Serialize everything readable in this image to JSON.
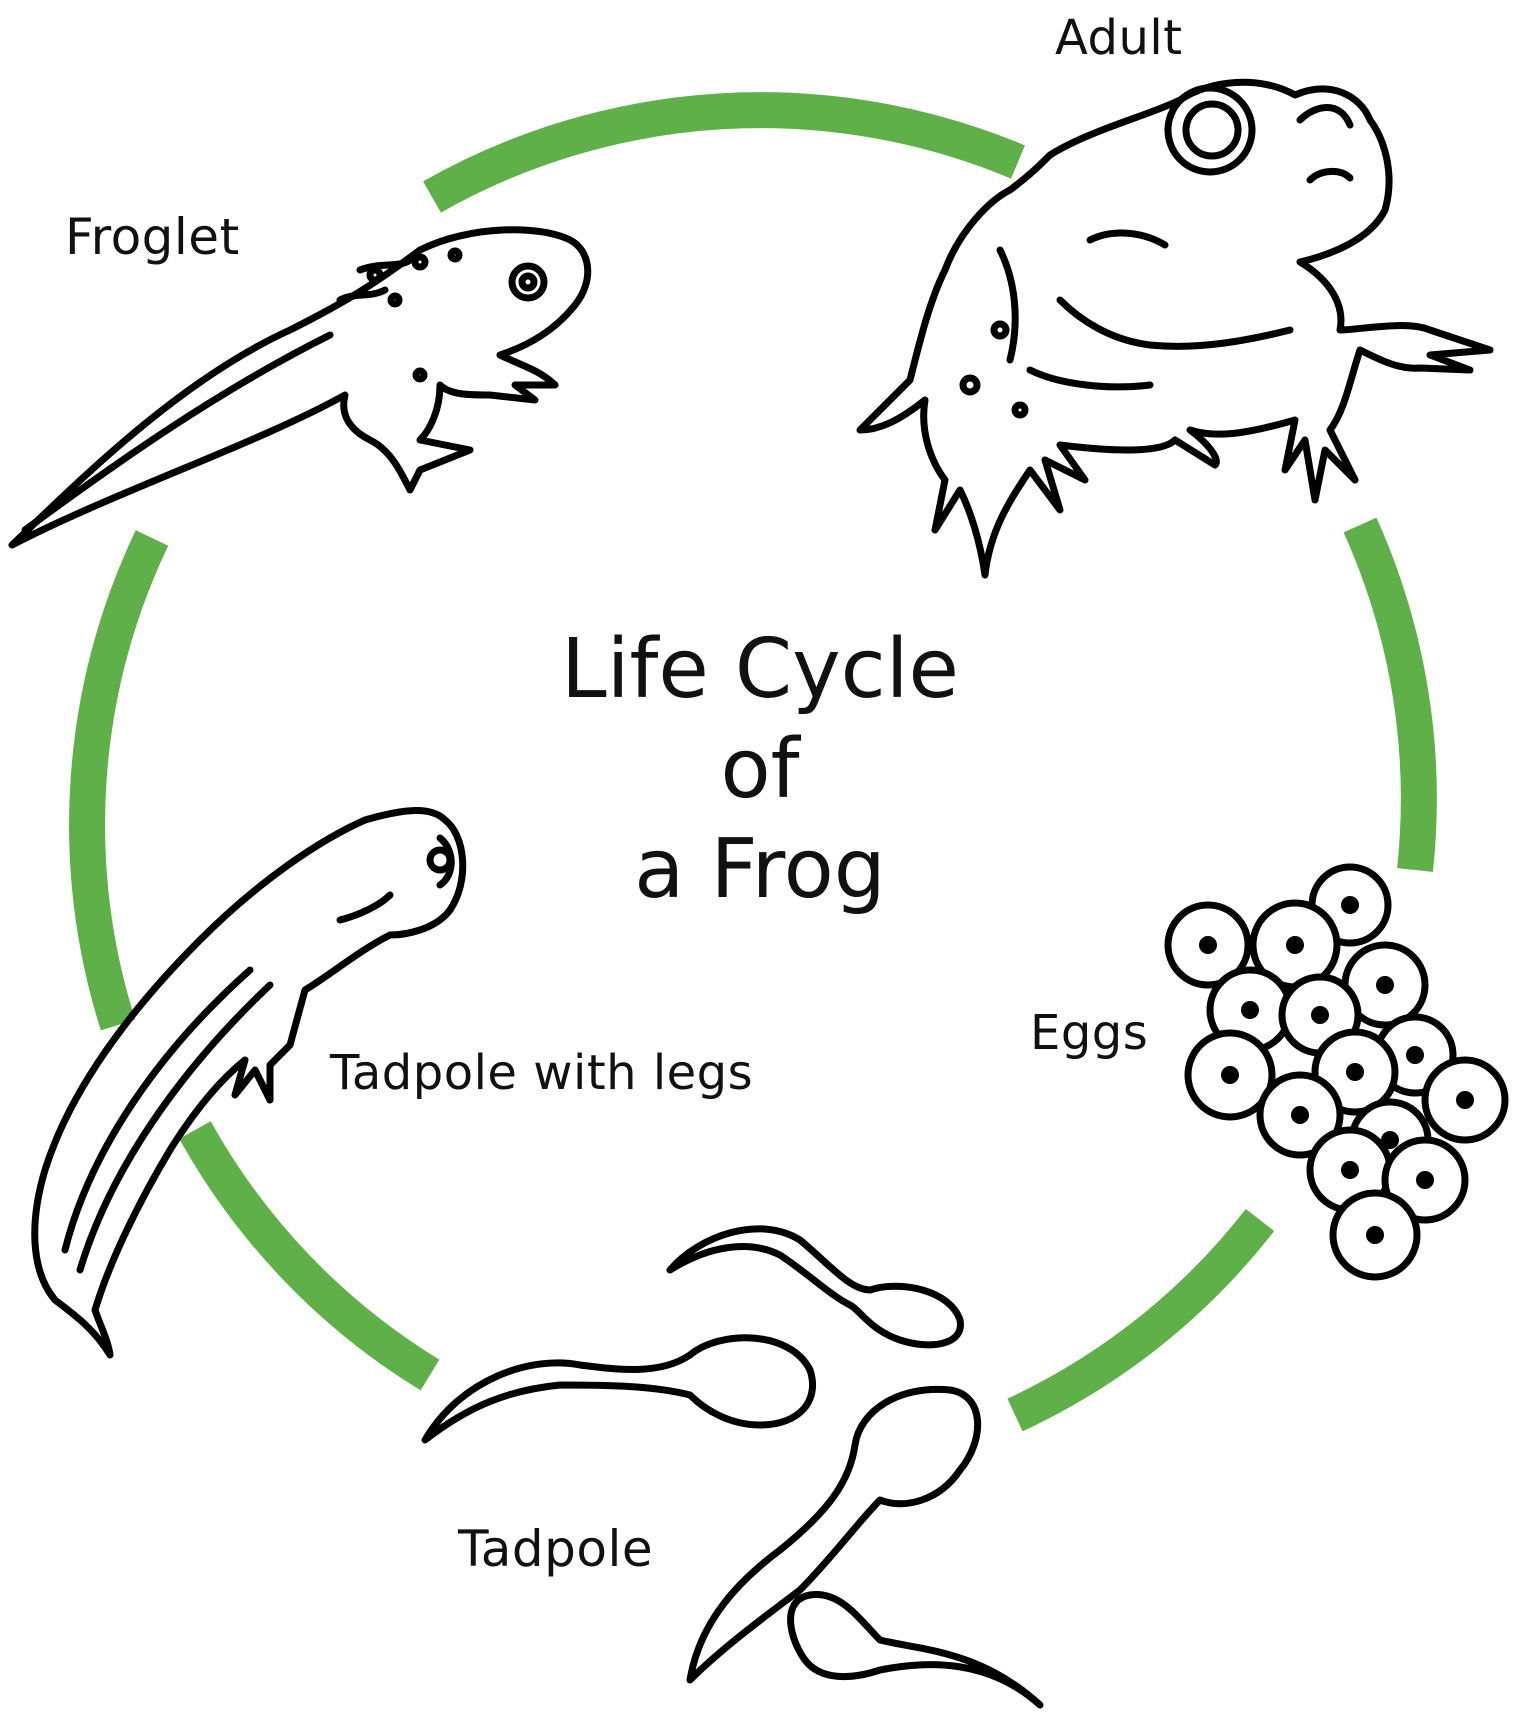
{
  "title": {
    "line1": "Life Cycle",
    "line2": "of",
    "line3": "a Frog"
  },
  "stages": {
    "adult": "Adult",
    "froglet": "Froglet",
    "tadpole_with_legs": "Tadpole with legs",
    "eggs": "Eggs",
    "tadpole": "Tadpole"
  },
  "colors": {
    "cycle_arrow": "#5fb049",
    "line_art": "#000000",
    "background": "#ffffff"
  },
  "icons": [
    "adult-frog-drawing",
    "froglet-drawing",
    "tadpole-with-legs-drawing",
    "egg-cluster-drawing",
    "tadpoles-drawing"
  ]
}
